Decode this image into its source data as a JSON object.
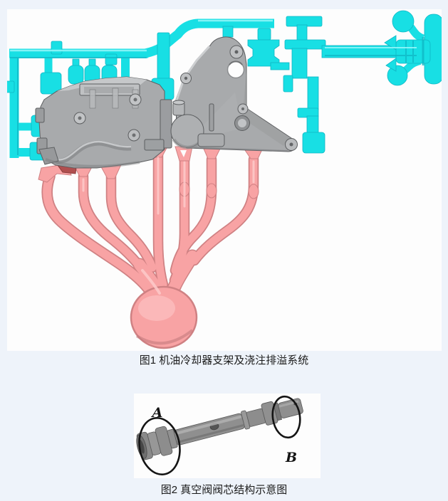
{
  "figure1": {
    "caption": "图1 机油冷却器支架及浇注排溢系统",
    "content": {
      "overflow_system_color_name": "cyan",
      "bracket_part_color_name": "gray",
      "gating_system_color_name": "pink"
    }
  },
  "figure2": {
    "caption": "图2 真空阀阀芯结构示意图",
    "label_a": "A",
    "label_b": "B"
  },
  "colors": {
    "page_bg": "#eef3fa",
    "panel_bg": "#fdfdfd",
    "ink": "#1b1b1b",
    "cyan": "#18dfe4",
    "cyan_dark": "#0fb6c4",
    "cyan_light": "#8ff5f7",
    "pink": "#f8a3a4",
    "pink_dark": "#cf8183",
    "pink_light": "#fdcaca",
    "gray": "#a8aaac",
    "gray_light": "#c9cbcd",
    "gray_dark": "#76787a",
    "gray_outline": "#5c5e60",
    "dark_red": "#b04f4f",
    "shaft": "#8f8f8f",
    "shaft_dark": "#6b6b6b"
  }
}
